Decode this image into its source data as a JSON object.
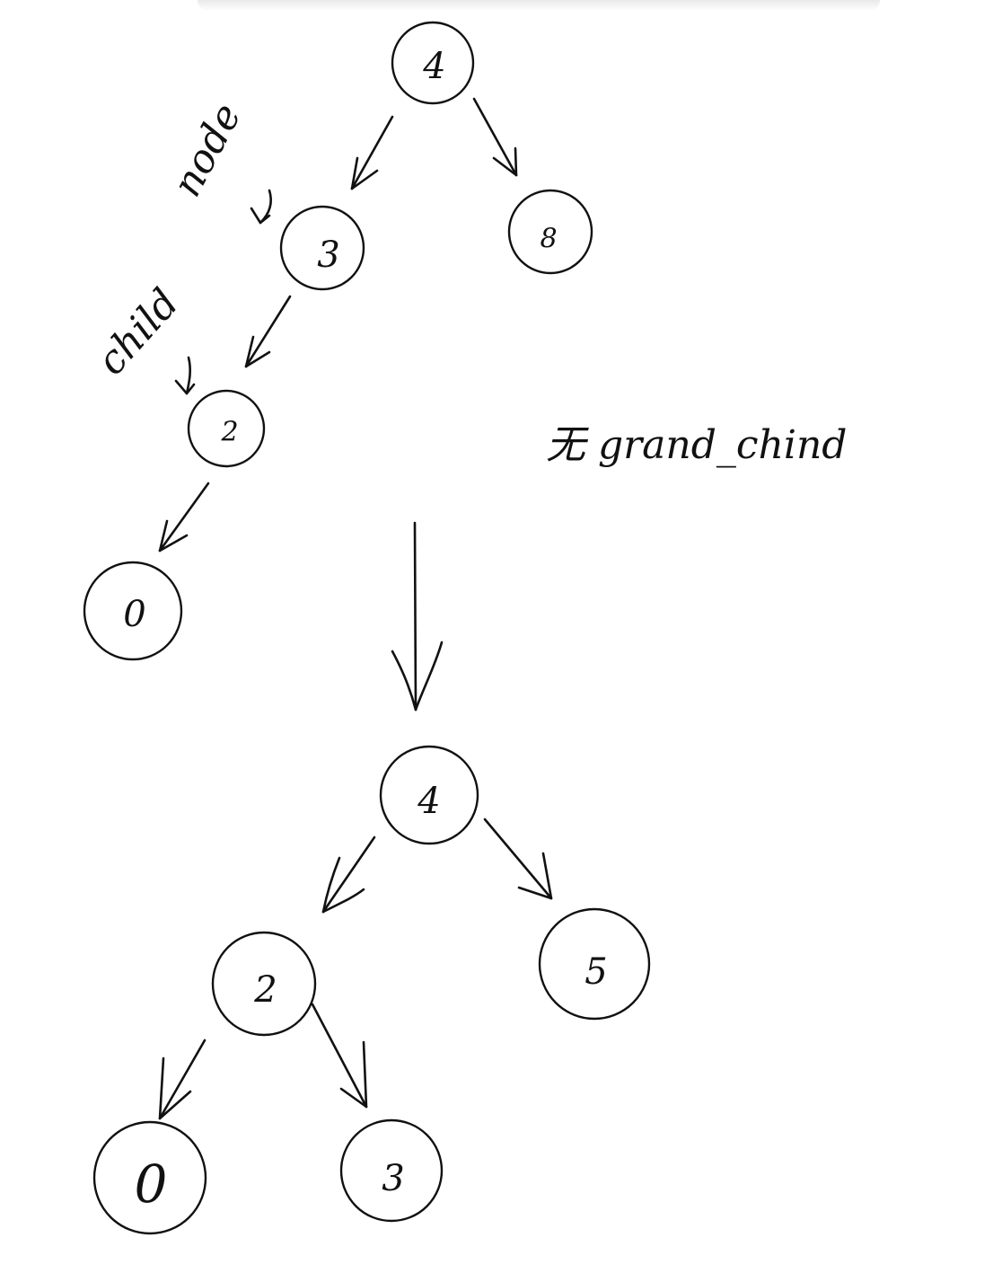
{
  "before_tree": {
    "nodes": [
      {
        "id": "n4",
        "value": "4"
      },
      {
        "id": "n3",
        "value": "3"
      },
      {
        "id": "n8",
        "value": "8"
      },
      {
        "id": "n2",
        "value": "2"
      },
      {
        "id": "n0",
        "value": "0"
      }
    ],
    "labels": {
      "node": "node",
      "child": "child"
    }
  },
  "transform_note": "无 grand_chind",
  "after_tree": {
    "nodes": [
      {
        "id": "m4",
        "value": "4"
      },
      {
        "id": "m2",
        "value": "2"
      },
      {
        "id": "m5",
        "value": "5"
      },
      {
        "id": "m0",
        "value": "0"
      },
      {
        "id": "m3",
        "value": "3"
      }
    ]
  },
  "colors": {
    "ink": "#111111",
    "background": "#ffffff"
  }
}
